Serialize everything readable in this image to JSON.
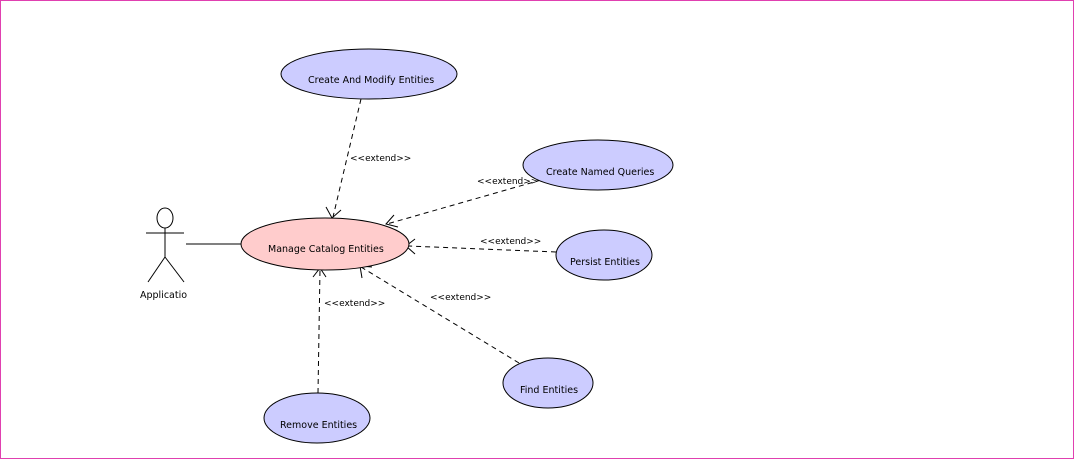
{
  "diagram": {
    "actor": {
      "label": "Applicatio"
    },
    "main_use_case": {
      "label": "Manage Catalog Entities",
      "fill": "#ffcccc"
    },
    "extending_use_cases": [
      {
        "key": "create_modify",
        "label": "Create And Modify Entities",
        "fill": "#ccccff"
      },
      {
        "key": "named_queries",
        "label": "Create Named Queries",
        "fill": "#ccccff"
      },
      {
        "key": "persist",
        "label": "Persist Entities",
        "fill": "#ccccff"
      },
      {
        "key": "find",
        "label": "Find Entities",
        "fill": "#ccccff"
      },
      {
        "key": "remove",
        "label": "Remove Entities",
        "fill": "#ccccff"
      }
    ],
    "relationship_stereotype": "<<extend>>",
    "border_color": "#e040b0"
  }
}
